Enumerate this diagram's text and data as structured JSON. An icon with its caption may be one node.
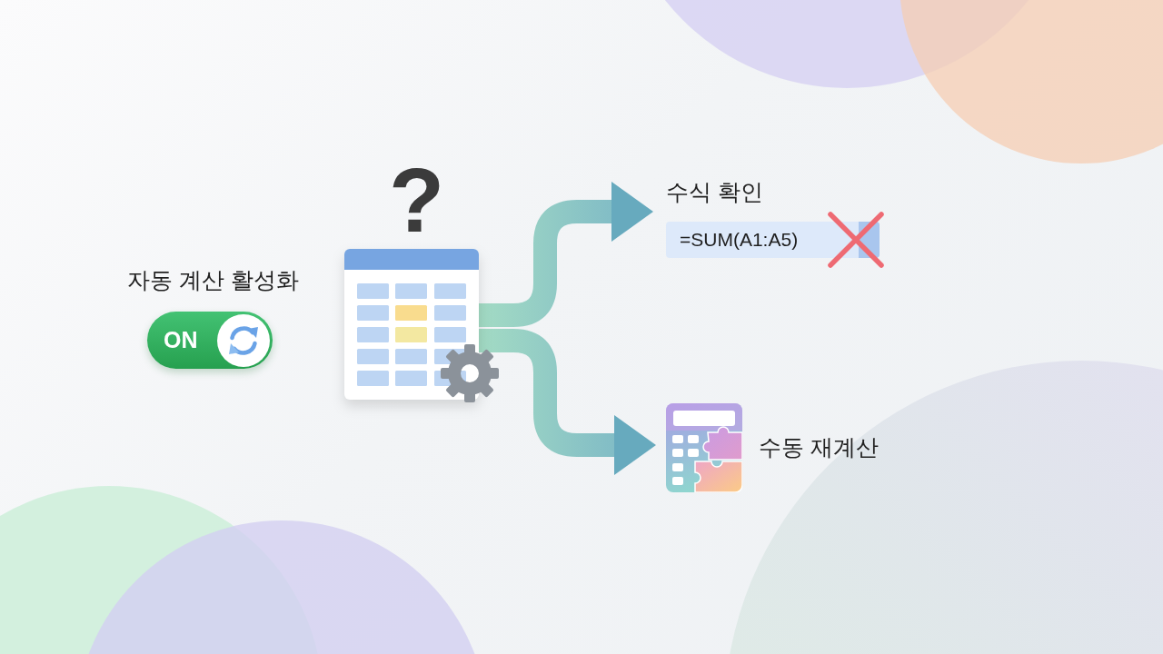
{
  "diagram": {
    "nodes": [
      {
        "text": [
          "자동 계산 활성화",
          "ON"
        ]
      },
      {
        "text": [],
        "shape": "picture"
      },
      {
        "text": [
          "수식 확인",
          "=SUM(A1:A5)"
        ]
      },
      {
        "text": [],
        "shape": "picture",
        "beside": [
          "수동 재계산"
        ]
      }
    ],
    "edges": [
      {
        "from": 1,
        "to": 2,
        "arrow": "to"
      },
      {
        "from": 1,
        "to": 3,
        "arrow": "to"
      }
    ],
    "labels": [
      "?"
    ]
  }
}
